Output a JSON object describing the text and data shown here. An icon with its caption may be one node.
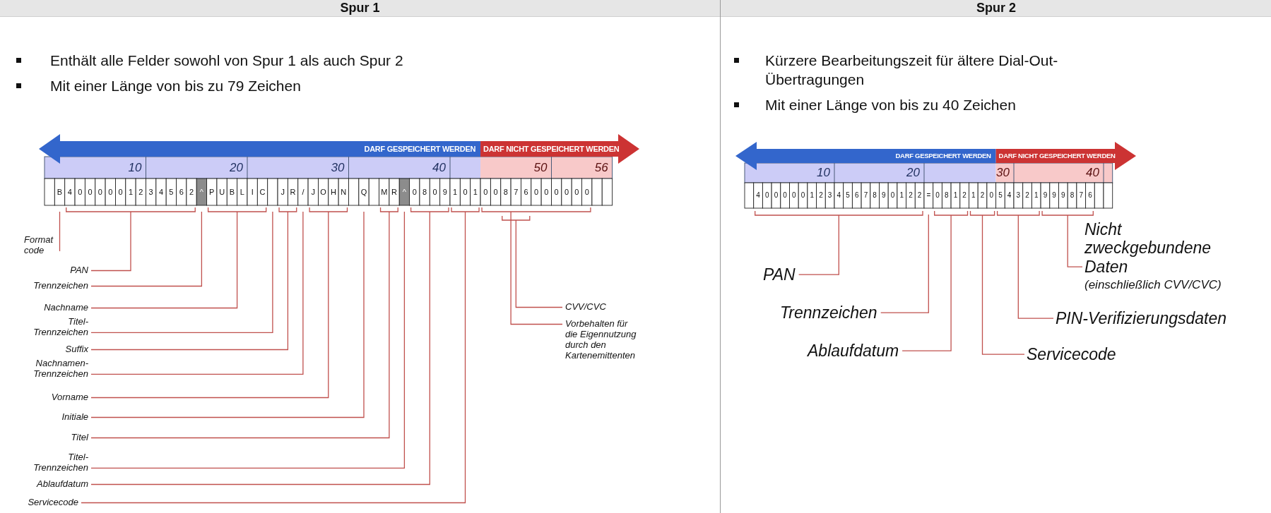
{
  "diagram": {
    "nodes": [
      {
        "text": [
          "Spur 1"
        ]
      },
      {
        "text": [
          "Format code"
        ],
        "in": 0
      },
      {
        "text": [
          "PAN"
        ],
        "in": 0
      },
      {
        "text": [
          "Trennzeichen"
        ],
        "in": 0
      },
      {
        "text": [
          "Nachname"
        ],
        "in": 0
      },
      {
        "text": [
          "Titel-Trennzeichen"
        ],
        "in": 0
      },
      {
        "text": [
          "Suffix"
        ],
        "in": 0
      },
      {
        "text": [
          "Nachnamen-Trennzeichen"
        ],
        "in": 0
      },
      {
        "text": [
          "Vorname"
        ],
        "in": 0
      },
      {
        "text": [
          "Initiale"
        ],
        "in": 0
      },
      {
        "text": [
          "Titel"
        ],
        "in": 0
      },
      {
        "text": [
          "Titel-Trennzeichen"
        ],
        "in": 0
      },
      {
        "text": [
          "Ablaufdatum"
        ],
        "in": 0
      },
      {
        "text": [
          "Servicecode"
        ],
        "in": 0
      },
      {
        "text": [
          "CVV/CVC"
        ],
        "in": 0
      },
      {
        "text": [
          "Vorbehalten für die Eigennutzung durch den Kartenemittenten"
        ],
        "in": 0
      },
      {
        "text": [
          "Spur 2"
        ]
      },
      {
        "text": [
          "Nicht zweckgebundene Daten",
          "(einschließlich CVV/CVC)"
        ],
        "in": 16
      },
      {
        "text": [
          "PAN"
        ],
        "in": 16
      },
      {
        "text": [
          "Trennzeichen"
        ],
        "in": 16
      },
      {
        "text": [
          "PIN-Verifizierungsdaten"
        ],
        "in": 16
      },
      {
        "text": [
          "Ablaufdatum"
        ],
        "in": 16
      },
      {
        "text": [
          "Servicecode"
        ],
        "in": 16
      }
    ],
    "edges": [
      {
        "from": 1,
        "to": null,
        "arrow": "none"
      },
      {
        "from": 2,
        "to": null,
        "arrow": "none"
      },
      {
        "from": 3,
        "to": null,
        "arrow": "none"
      },
      {
        "from": 4,
        "to": null,
        "arrow": "none"
      },
      {
        "from": 5,
        "to": null,
        "arrow": "none"
      },
      {
        "from": 6,
        "to": null,
        "arrow": "none"
      },
      {
        "from": 7,
        "to": null,
        "arrow": "none"
      },
      {
        "from": 8,
        "to": null,
        "arrow": "none"
      },
      {
        "from": 9,
        "to": null,
        "arrow": "none"
      },
      {
        "from": 10,
        "to": null,
        "arrow": "none"
      },
      {
        "from": 11,
        "to": null,
        "arrow": "none"
      },
      {
        "from": 12,
        "to": null,
        "arrow": "none"
      },
      {
        "from": 13,
        "to": null,
        "arrow": "none"
      },
      {
        "from": 14,
        "to": null,
        "arrow": "none"
      },
      {
        "from": 15,
        "to": null,
        "arrow": "none"
      },
      {
        "from": 17,
        "to": null,
        "arrow": "none"
      },
      {
        "from": 18,
        "to": null,
        "arrow": "none"
      },
      {
        "from": 19,
        "to": null,
        "arrow": "none"
      },
      {
        "from": 20,
        "to": null,
        "arrow": "none"
      },
      {
        "from": 21,
        "to": null,
        "arrow": "none"
      },
      {
        "from": 22,
        "to": null,
        "arrow": "none"
      }
    ],
    "labels": [
      "Enthält alle Felder sowohl von Spur 1 als auch Spur 2",
      "Mit einer Länge von bis zu 79 Zeichen",
      "DARF GESPEICHERT WERDEN",
      "DARF NICHT GESPEICHERT WERDEN",
      "10",
      "20",
      "30",
      "40",
      "50",
      "56",
      "B",
      "4",
      "0",
      "0",
      "0",
      "0",
      "0",
      "1",
      "2",
      "3",
      "4",
      "5",
      "6",
      "2",
      "^",
      "P",
      "U",
      "B",
      "L",
      "I",
      "C",
      "J",
      "R",
      "/",
      "J",
      "O",
      "H",
      "N",
      "Q",
      "M",
      "R",
      "^",
      "0",
      "8",
      "0",
      "9",
      "1",
      "0",
      "1",
      "0",
      "0",
      "8",
      "7",
      "6",
      "0",
      "0",
      "0",
      "0",
      "0",
      "0",
      "Kürzere Bearbeitungszeit für ältere Dial-Out-Übertragungen",
      "Mit einer Länge von bis zu 40 Zeichen",
      "DARF GESPEICHERT WERDEN",
      "DARF NICHT GESPEICHERT WERDEN",
      "10",
      "20",
      "30",
      "40",
      "4",
      "0",
      "0",
      "0",
      "0",
      "0",
      "1",
      "2",
      "3",
      "4",
      "5",
      "6",
      "7",
      "8",
      "9",
      "0",
      "1",
      "2",
      "2",
      "=",
      "0",
      "8",
      "1",
      "2",
      "1",
      "2",
      "0",
      "5",
      "4",
      "3",
      "2",
      "1",
      "9",
      "9",
      "9",
      "8",
      "7",
      "6"
    ]
  }
}
